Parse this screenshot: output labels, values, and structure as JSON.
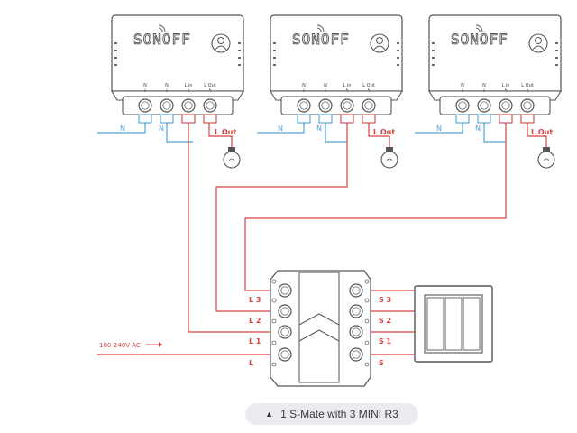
{
  "diagram": {
    "brand": "SONOFF",
    "relays": [
      {
        "terminals": [
          {
            "label": "N",
            "sym": "⏚"
          },
          {
            "label": "N",
            "sym": "⏚"
          },
          {
            "label": "L in",
            "sym": "ϟ"
          },
          {
            "label": "L Out",
            "sym": "ϟ"
          }
        ],
        "wire_n": "N",
        "wire_n2": "N",
        "wire_lout": "L Out"
      },
      {
        "terminals": [
          {
            "label": "N",
            "sym": "⏚"
          },
          {
            "label": "N",
            "sym": "⏚"
          },
          {
            "label": "L in",
            "sym": "ϟ"
          },
          {
            "label": "L Out",
            "sym": "ϟ"
          }
        ],
        "wire_n": "N",
        "wire_n2": "N",
        "wire_lout": "L Out"
      },
      {
        "terminals": [
          {
            "label": "N",
            "sym": "⏚"
          },
          {
            "label": "N",
            "sym": "⏚"
          },
          {
            "label": "L in",
            "sym": "ϟ"
          },
          {
            "label": "L Out",
            "sym": "ϟ"
          }
        ],
        "wire_n": "N",
        "wire_n2": "N",
        "wire_lout": "L Out"
      }
    ],
    "smate": {
      "left_labels": [
        "L 3",
        "L 2",
        "L 1",
        "L"
      ],
      "right_labels": [
        "S 3",
        "S 2",
        "S 1",
        "S"
      ]
    },
    "supply_label": "100-240V AC"
  },
  "caption": {
    "text": "1 S-Mate with 3 MINI R3",
    "icon": "triangle-up-icon"
  },
  "colors": {
    "neutral": "#4ea3d8",
    "live": "#d94040",
    "outline": "#555555"
  }
}
